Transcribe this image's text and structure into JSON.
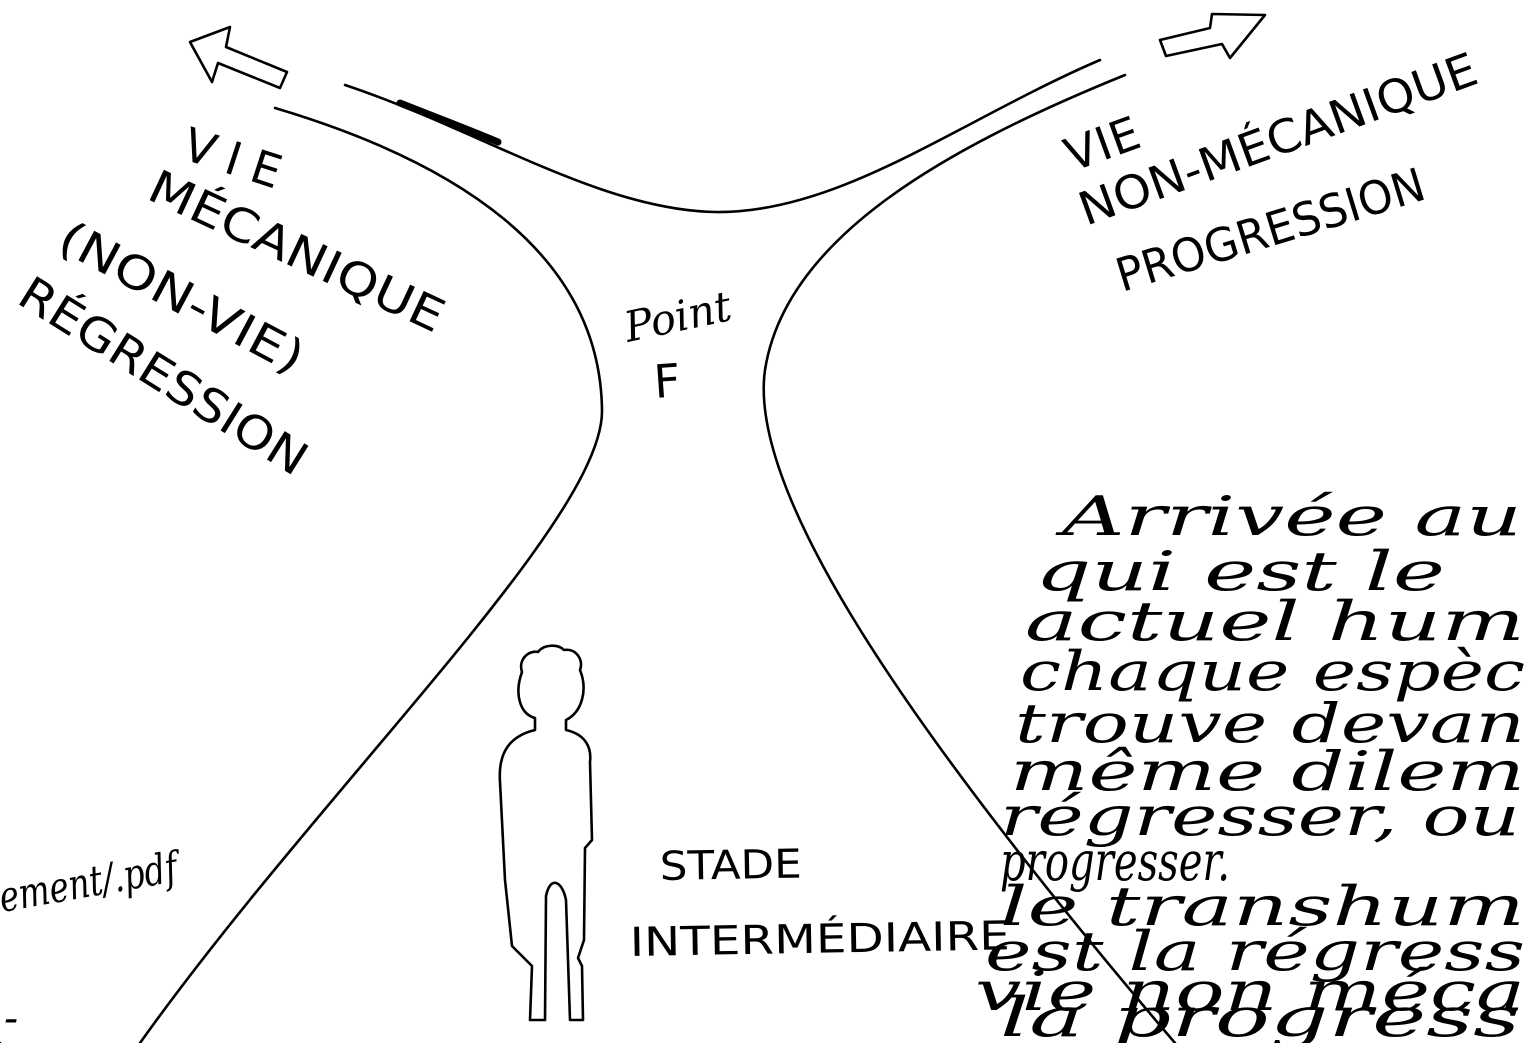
{
  "regression_branch": {
    "lines": [
      "VIE",
      "MÉCANIQUE",
      "(NON-VIE)",
      "RÉGRESSION"
    ]
  },
  "progression_branch": {
    "lines": [
      "VIE",
      "NON-MÉCANIQUE",
      "PROGRESSION"
    ]
  },
  "fork_point": {
    "word": "Point",
    "letter": "F"
  },
  "intermediate_stage": {
    "lines": [
      "STADE",
      "INTERMÉDIAIRE"
    ]
  },
  "margin_note": {
    "lines": [
      "Arrivée au",
      "qui est le",
      "actuel hum",
      "chaque espèc",
      "trouve devan",
      "même dilem",
      "régresser, ou",
      "progresser.",
      "le transhum",
      "est la régress",
      "vie non méca",
      "la progress"
    ]
  },
  "corner_note": {
    "lines": [
      "ement/.pdf",
      "-"
    ]
  },
  "icons": {
    "left_arrow": "arrow-up-left-icon",
    "right_arrow": "arrow-up-right-icon",
    "figure": "human-silhouette-icon"
  },
  "colors": {
    "ink": "#000000",
    "paper": "#ffffff"
  }
}
